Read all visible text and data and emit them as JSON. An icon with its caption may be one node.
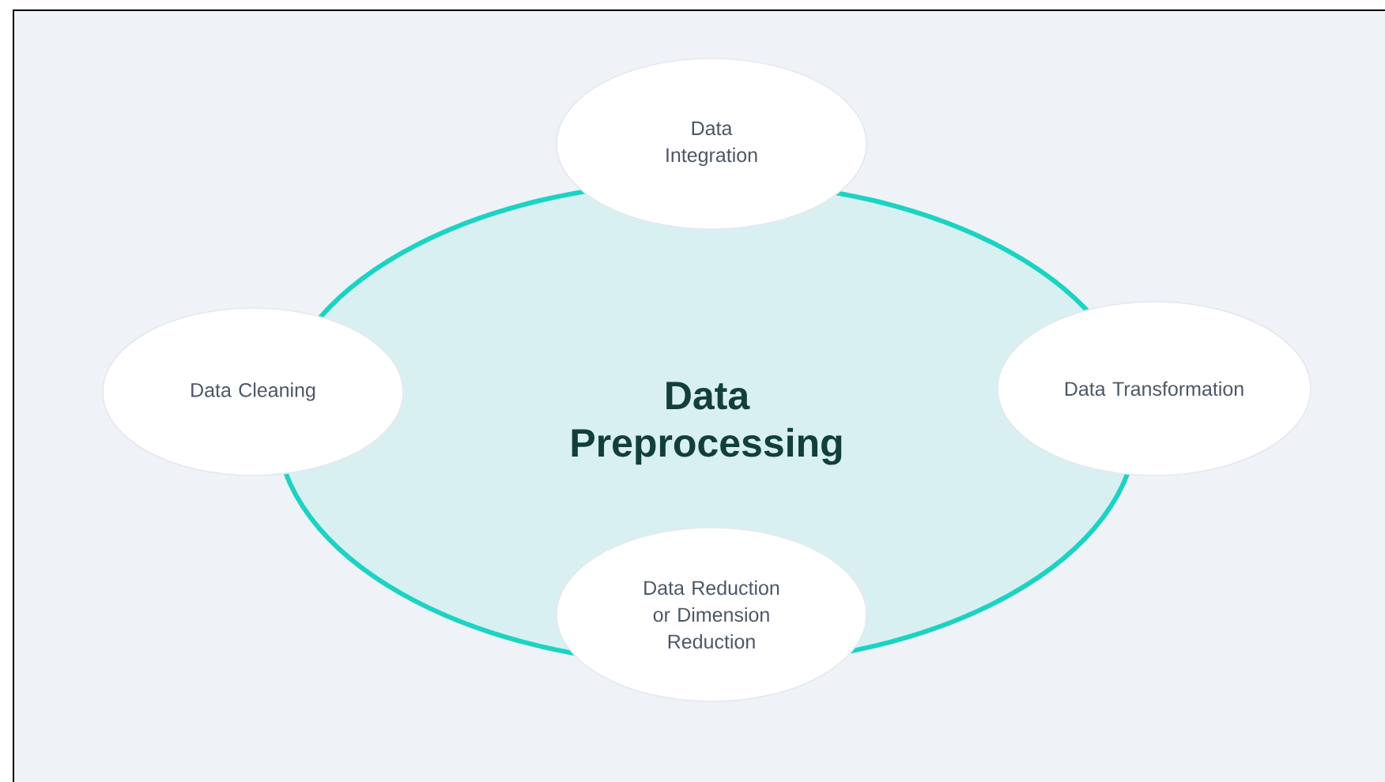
{
  "diagram": {
    "nodes": [
      {
        "text": [
          "Data Preprocessing"
        ]
      },
      {
        "text": [
          "Data Integration"
        ]
      },
      {
        "text": [
          "Data Cleaning"
        ]
      },
      {
        "text": [
          "Data Transformation"
        ]
      },
      {
        "text": [
          "Data Reduction or Dimension Reduction"
        ]
      }
    ]
  }
}
